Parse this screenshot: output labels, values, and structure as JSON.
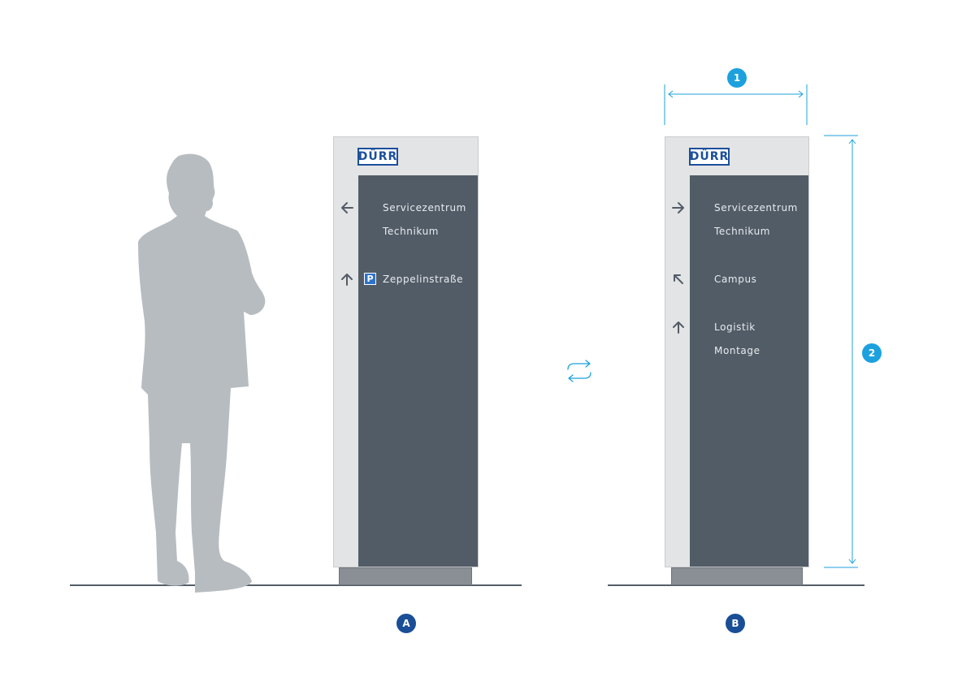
{
  "brand": {
    "logo_text": "DÜRR",
    "logo_color": "#1b4f9c"
  },
  "colors": {
    "panel": "#525c67",
    "frame": "#e3e4e5",
    "base": "#8a8f95",
    "silhouette": "#b7bcc0",
    "dimension": "#1ca1de",
    "badge_dark": "#1a4e97"
  },
  "sign_a": {
    "label": "A",
    "rows": [
      {
        "arrow": "arrow-left-icon",
        "text": "Servicezentrum"
      },
      {
        "arrow": "",
        "text": "Technikum"
      },
      {
        "arrow": "arrow-up-icon",
        "parking": "P",
        "text": "Zeppelinstraße"
      }
    ]
  },
  "sign_b": {
    "label": "B",
    "rows": [
      {
        "arrow": "arrow-right-icon",
        "text": "Servicezentrum"
      },
      {
        "arrow": "",
        "text": "Technikum"
      },
      {
        "arrow": "arrow-up-left-icon",
        "text": "Campus"
      },
      {
        "arrow": "arrow-up-icon",
        "text": "Logistik"
      },
      {
        "arrow": "",
        "text": "Montage"
      }
    ]
  },
  "dimensions": {
    "width_label": "1",
    "height_label": "2"
  },
  "icons": {
    "swap": "swap-arrows-icon",
    "person": "person-silhouette-icon"
  }
}
